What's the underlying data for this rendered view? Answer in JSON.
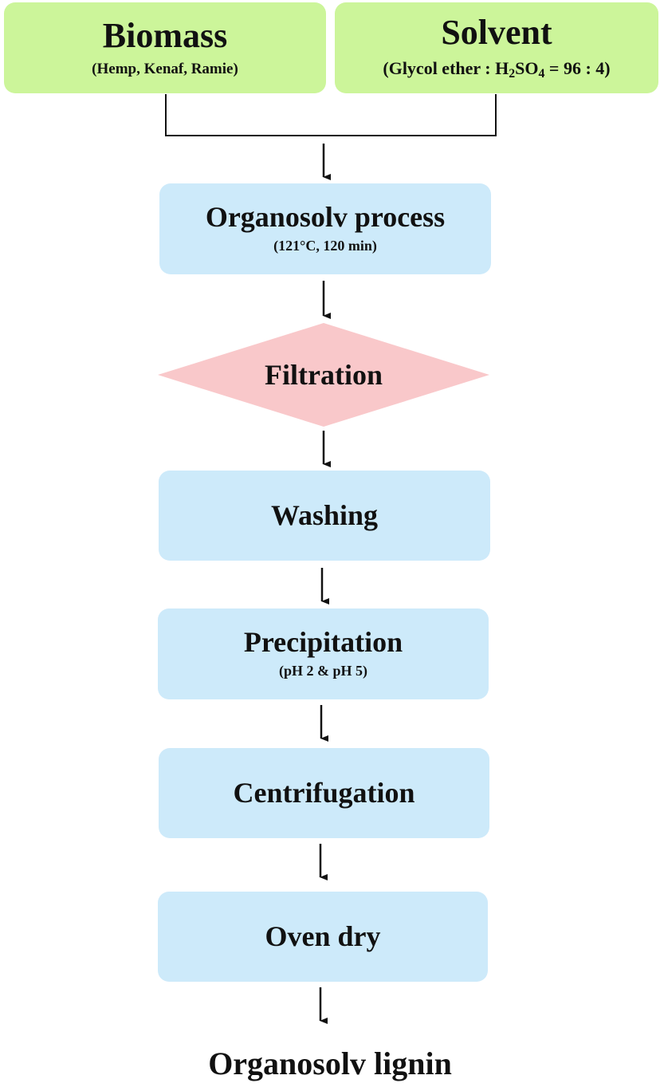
{
  "inputs": {
    "biomass": {
      "title": "Biomass",
      "subtitle": "(Hemp, Kenaf, Ramie)"
    },
    "solvent": {
      "title": "Solvent",
      "subtitle_a": "(Glycol ether : H",
      "subtitle_sub1": "2",
      "subtitle_b": "SO",
      "subtitle_sub2": "4",
      "subtitle_c": " = 96 : 4)"
    }
  },
  "steps": {
    "organosolv": {
      "title": "Organosolv process",
      "subtitle": "(121°C, 120 min)"
    },
    "filtration": {
      "title": "Filtration"
    },
    "washing": {
      "title": "Washing"
    },
    "precipitation": {
      "title": "Precipitation",
      "subtitle": "(pH 2 & pH 5)"
    },
    "centrifugation": {
      "title": "Centrifugation"
    },
    "oven_dry": {
      "title": "Oven dry"
    }
  },
  "output": {
    "title": "Organosolv lignin"
  },
  "colors": {
    "input_fill": "#ccf59a",
    "process_fill": "#cdeafa",
    "decision_fill": "#f9c8ca",
    "line": "#111111"
  }
}
